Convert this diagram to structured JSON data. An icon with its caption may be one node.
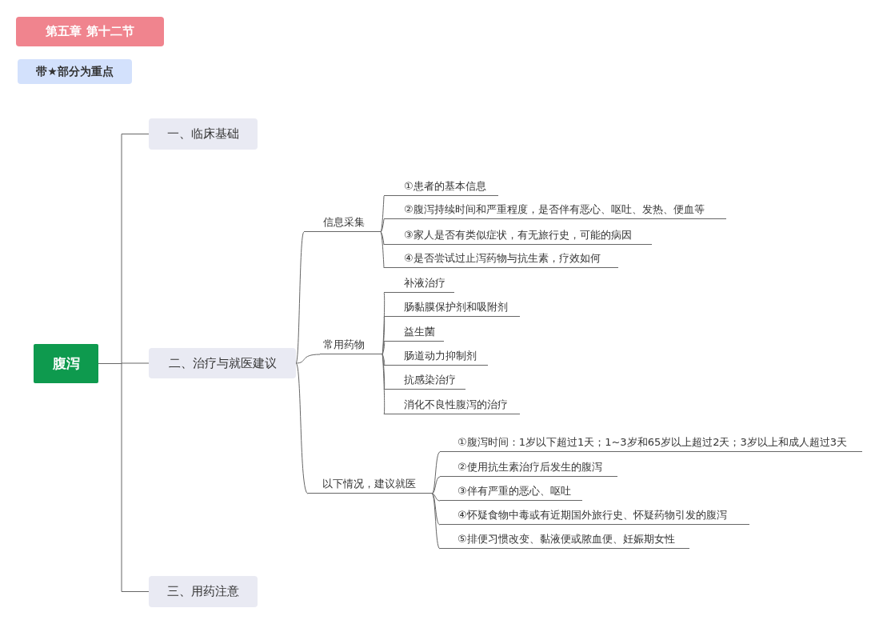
{
  "diagram": {
    "title": "第五章 第十二节",
    "nodes": [
      {
        "text": [
          "带★部分为重点"
        ]
      },
      {
        "text": [
          "腹泻"
        ]
      },
      {
        "text": [
          "一、临床基础"
        ]
      },
      {
        "text": [
          "二、治疗与就医建议"
        ]
      },
      {
        "text": [
          "三、用药注意"
        ]
      },
      {
        "text": [
          "信息采集"
        ]
      },
      {
        "text": [
          "①患者的基本信息"
        ]
      },
      {
        "text": [
          "②腹泻持续时间和严重程度，是否伴有恶心、呕吐、发热、便血等"
        ]
      },
      {
        "text": [
          "③家人是否有类似症状，有无旅行史，可能的病因"
        ]
      },
      {
        "text": [
          "④是否尝试过止泻药物与抗生素，疗效如何"
        ]
      },
      {
        "text": [
          "常用药物"
        ]
      },
      {
        "text": [
          "补液治疗"
        ]
      },
      {
        "text": [
          "肠黏膜保护剂和吸附剂"
        ]
      },
      {
        "text": [
          "益生菌"
        ]
      },
      {
        "text": [
          "肠道动力抑制剂"
        ]
      },
      {
        "text": [
          "抗感染治疗"
        ]
      },
      {
        "text": [
          "消化不良性腹泻的治疗"
        ]
      },
      {
        "text": [
          "以下情况，建议就医"
        ]
      },
      {
        "text": [
          "①腹泻时间：1岁以下超过1天；1~3岁和65岁以上超过2天；3岁以上和成人超过3天"
        ]
      },
      {
        "text": [
          "②使用抗生素治疗后发生的腹泻"
        ]
      },
      {
        "text": [
          "③伴有严重的恶心、呕吐"
        ]
      },
      {
        "text": [
          "④怀疑食物中毒或有近期国外旅行史、怀疑药物引发的腹泻"
        ]
      },
      {
        "text": [
          "⑤排便习惯改变、黏液便或脓血便、妊娠期女性"
        ]
      }
    ],
    "edges": [
      {
        "from": 1,
        "to": 2,
        "arrow": "none"
      },
      {
        "from": 1,
        "to": 3,
        "arrow": "none"
      },
      {
        "from": 1,
        "to": 4,
        "arrow": "none"
      },
      {
        "from": 3,
        "to": 5,
        "arrow": "none"
      },
      {
        "from": 3,
        "to": 10,
        "arrow": "none"
      },
      {
        "from": 3,
        "to": 17,
        "arrow": "none"
      },
      {
        "from": 5,
        "to": 6,
        "arrow": "none"
      },
      {
        "from": 5,
        "to": 7,
        "arrow": "none"
      },
      {
        "from": 5,
        "to": 8,
        "arrow": "none"
      },
      {
        "from": 5,
        "to": 9,
        "arrow": "none"
      },
      {
        "from": 10,
        "to": 11,
        "arrow": "none"
      },
      {
        "from": 10,
        "to": 12,
        "arrow": "none"
      },
      {
        "from": 10,
        "to": 13,
        "arrow": "none"
      },
      {
        "from": 10,
        "to": 14,
        "arrow": "none"
      },
      {
        "from": 10,
        "to": 15,
        "arrow": "none"
      },
      {
        "from": 10,
        "to": 16,
        "arrow": "none"
      },
      {
        "from": 17,
        "to": 18,
        "arrow": "none"
      },
      {
        "from": 17,
        "to": 19,
        "arrow": "none"
      },
      {
        "from": 17,
        "to": 20,
        "arrow": "none"
      },
      {
        "from": 17,
        "to": 21,
        "arrow": "none"
      },
      {
        "from": 17,
        "to": 22,
        "arrow": "none"
      }
    ]
  }
}
